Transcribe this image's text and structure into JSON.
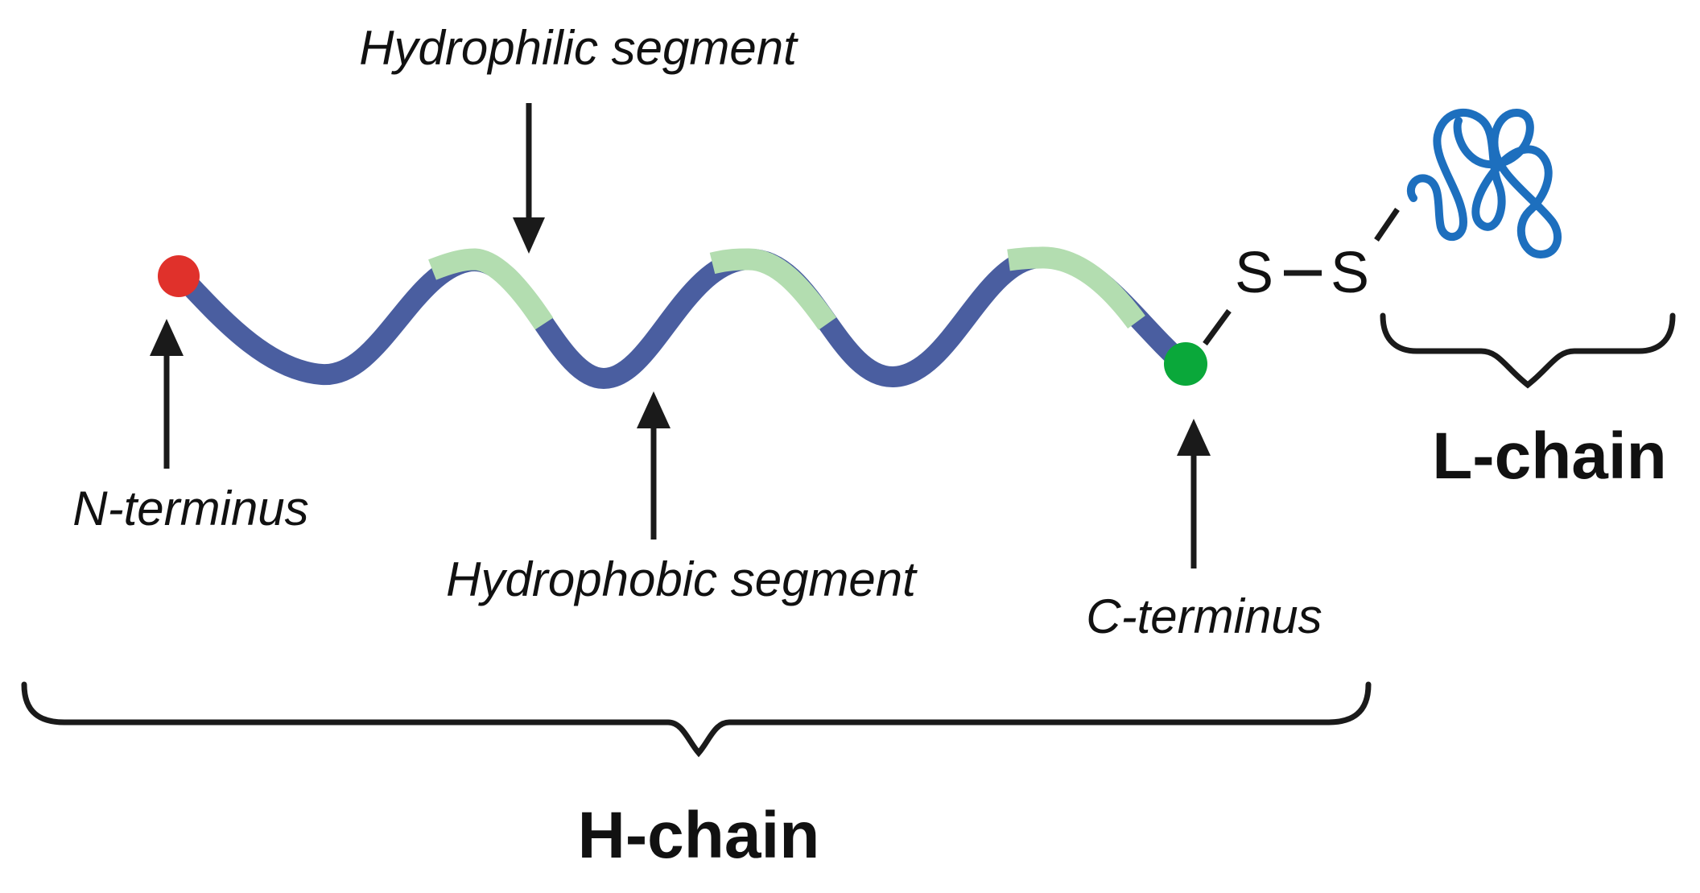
{
  "labels": {
    "hydrophilic": "Hydrophilic segment",
    "hydrophobic": "Hydrophobic segment",
    "n_terminus": "N-terminus",
    "c_terminus": "C-terminus",
    "h_chain": "H-chain",
    "l_chain": "L-chain",
    "s_left": "S",
    "s_right": "S"
  },
  "colors": {
    "hydrophobic": "#4a5ea0",
    "hydrophilic": "#b3ddb0",
    "n_terminus_dot": "#e0312b",
    "c_terminus_dot": "#0aa83a",
    "l_chain": "#1d6fbe",
    "line": "#1a1a1a"
  }
}
